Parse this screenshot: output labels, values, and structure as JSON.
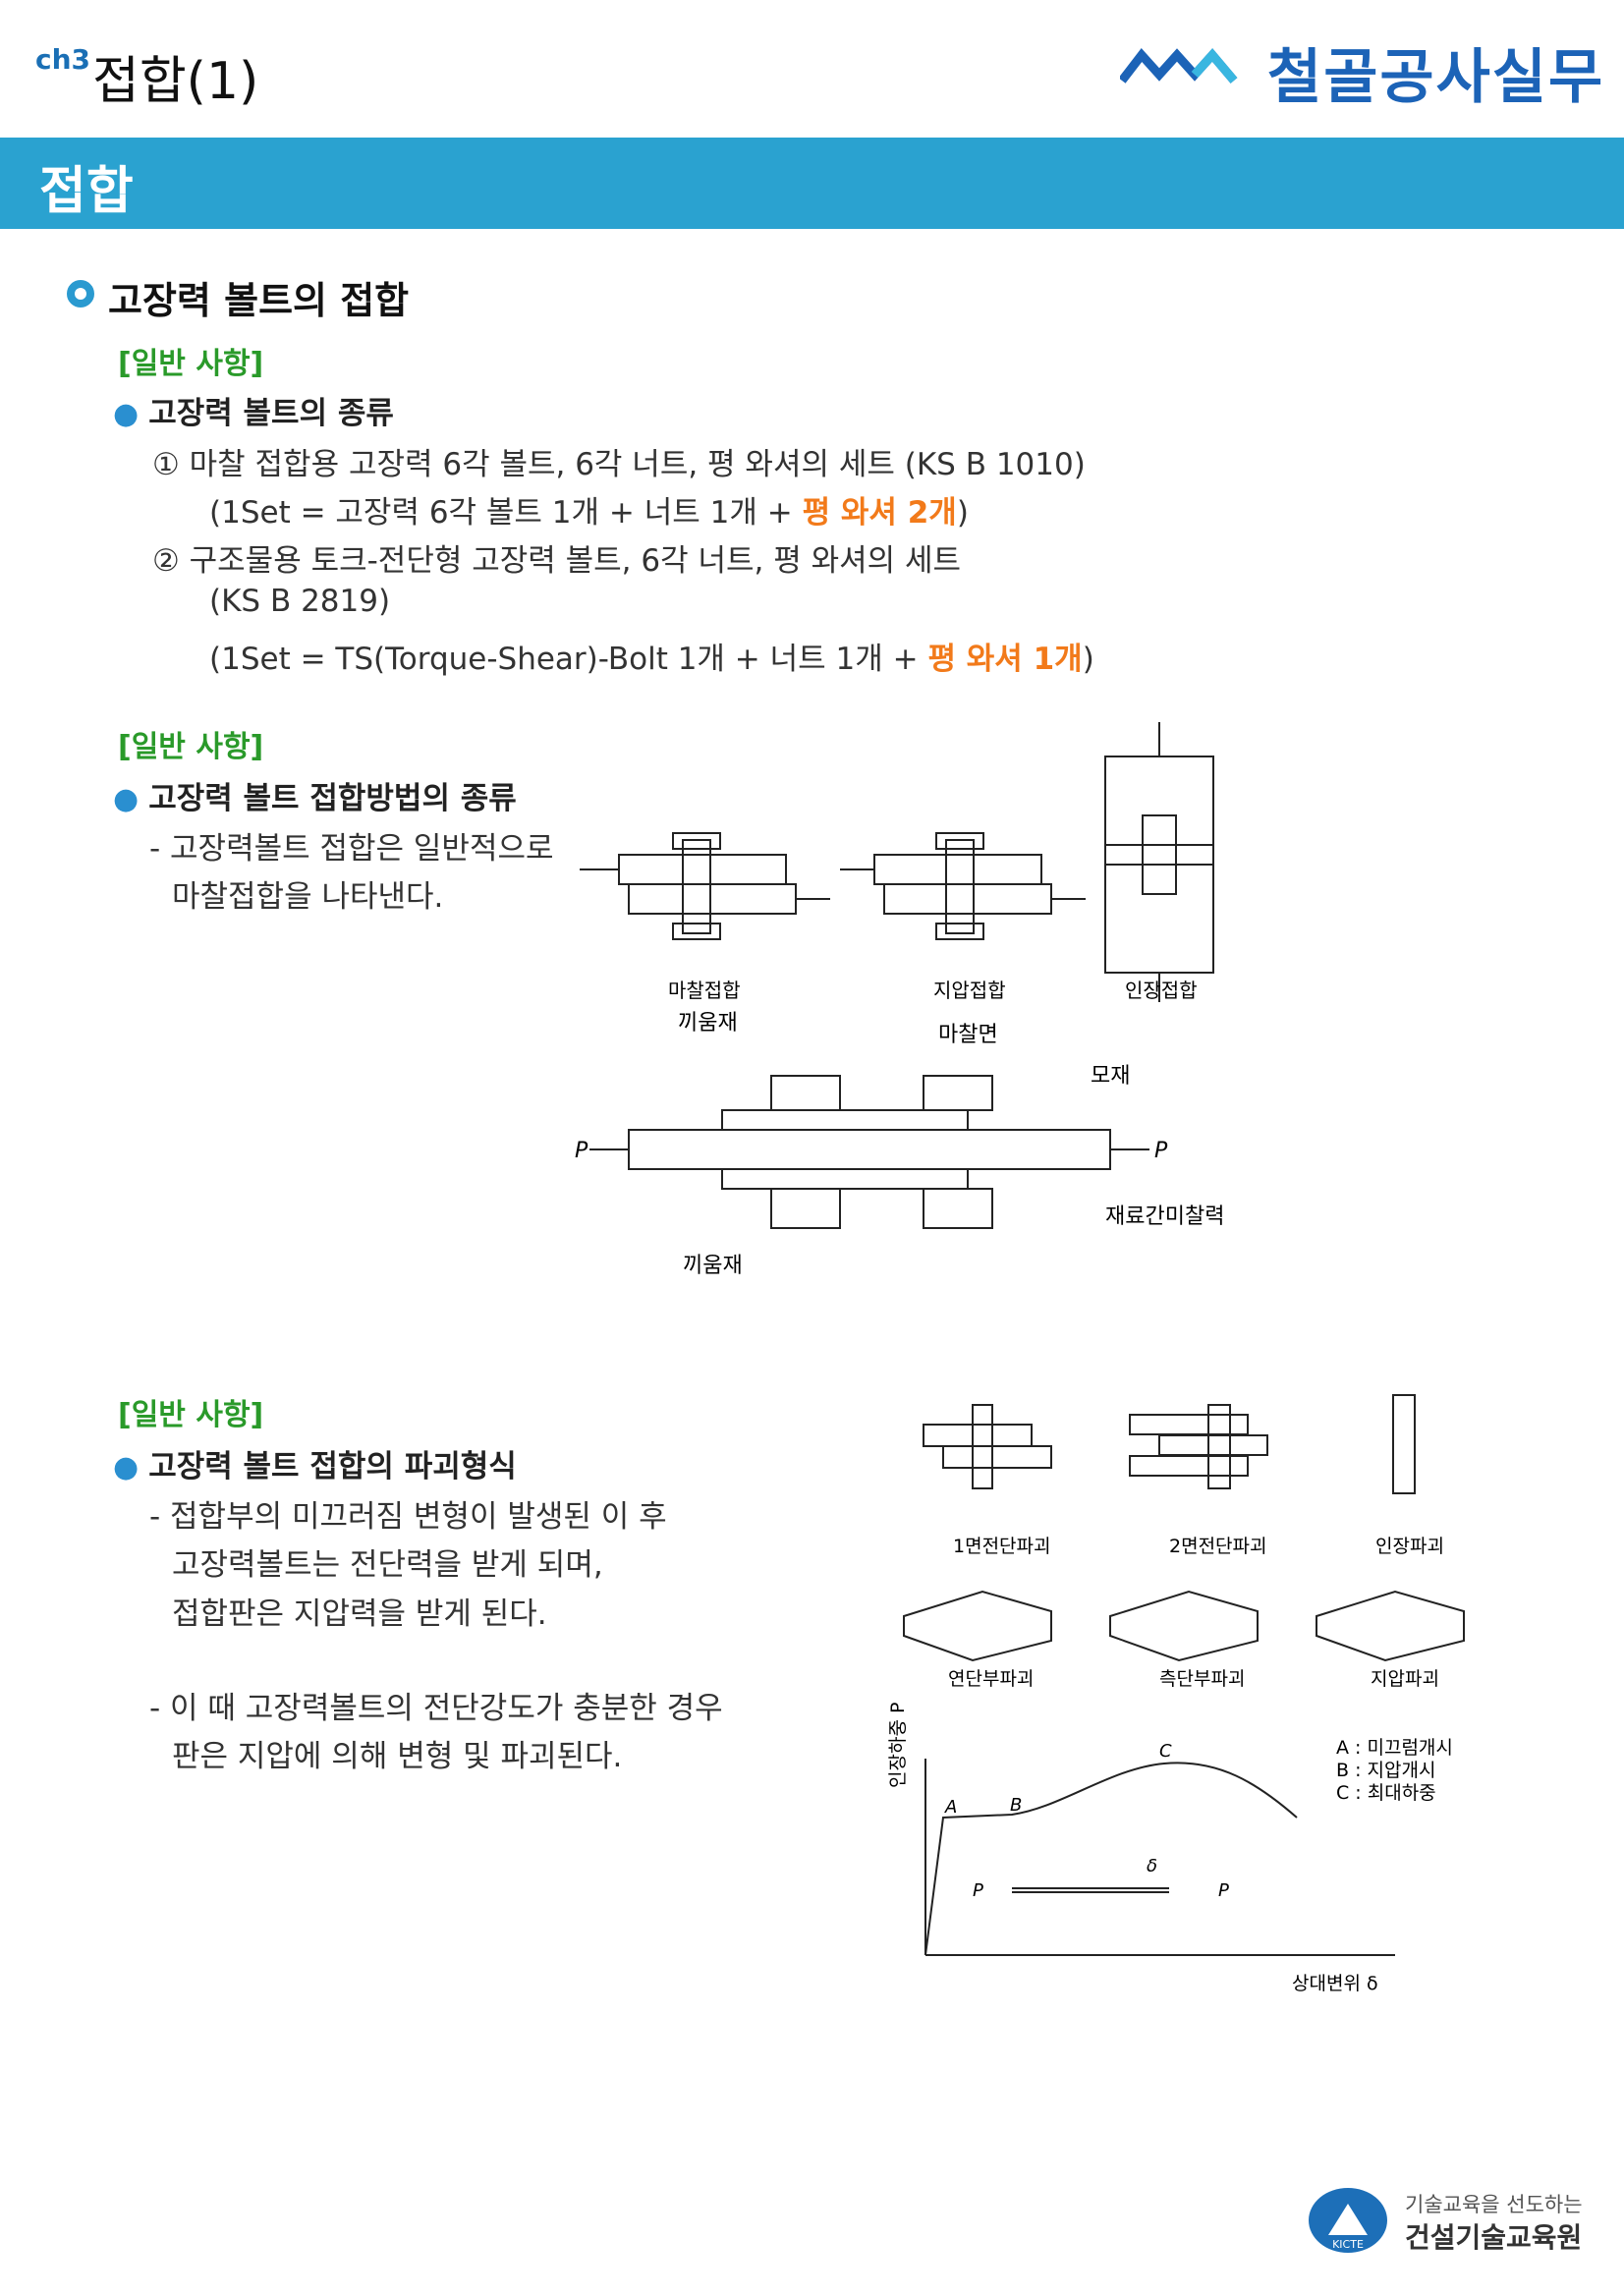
{
  "header": {
    "chapter_tag": "ch3",
    "chapter_title": "접합(1)",
    "brand": "철골공사실무"
  },
  "banner": {
    "title": "접합"
  },
  "section": {
    "title": "고장력 볼트의 접합"
  },
  "block1": {
    "tag": "[일반 사항]",
    "heading": "고장력 볼트의 종류",
    "item1": "① 마찰 접합용 고장력 6각 볼트, 6각 너트, 평 와셔의 세트 (KS B 1010)",
    "item1_sub_prefix": "(1Set = 고장력 6각 볼트 1개 + 너트 1개 + ",
    "item1_sub_highlight": "평 와셔 2개",
    "item1_sub_suffix": ")",
    "item2": "② 구조물용 토크-전단형 고장력 볼트, 6각 너트, 평 와셔의 세트",
    "item2_std": "(KS B 2819)",
    "item2_sub_prefix": "(1Set = TS(Torque-Shear)-Bolt 1개 + 너트 1개 + ",
    "item2_sub_highlight": "평 와셔 1개",
    "item2_sub_suffix": ")"
  },
  "block2": {
    "tag": "[일반 사항]",
    "heading": "고장력 볼트 접합방법의 종류",
    "line1": "- 고장력볼트 접합은 일반적으로",
    "line2": "마찰접합을 나타낸다.",
    "figure": {
      "label_friction": "마찰접합",
      "label_bearing": "지압접합",
      "label_tension": "인장접합",
      "label_fill_top": "끼움재",
      "label_friction_face": "마찰면",
      "label_base": "모재",
      "label_gap": "재료간미찰력",
      "label_fill_bottom": "끼움재",
      "label_p_left": "P",
      "label_p_right": "P"
    }
  },
  "block3": {
    "tag": "[일반 사항]",
    "heading": "고장력 볼트 접합의 파괴형식",
    "line1": "- 접합부의 미끄러짐 변형이 발생된 이 후",
    "line2": "고장력볼트는 전단력을 받게 되며,",
    "line3": "접합판은 지압력을 받게 된다.",
    "line4": "- 이 때 고장력볼트의 전단강도가 충분한 경우",
    "line5": "판은 지압에 의해 변형 및 파괴된다.",
    "figure": {
      "label_single_shear": "1면전단파괴",
      "label_double_shear": "2면전단파괴",
      "label_tension_fail": "인장파괴",
      "label_edge": "연단부파괴",
      "label_side": "측단부파괴",
      "label_bearing_fail": "지압파괴",
      "y_axis": "인장하중 P",
      "x_axis": "상대변위 δ",
      "legend_a": "A : 미끄럼개시",
      "legend_b": "B : 지압개시",
      "legend_c": "C : 최대하중",
      "pt_a": "A",
      "pt_b": "B",
      "pt_c": "C",
      "p_left": "P",
      "p_right": "P",
      "delta": "δ"
    }
  },
  "footer": {
    "slogan": "기술교육을 선도하는",
    "org": "건설기술교육원",
    "badge_text": "KICTE"
  }
}
